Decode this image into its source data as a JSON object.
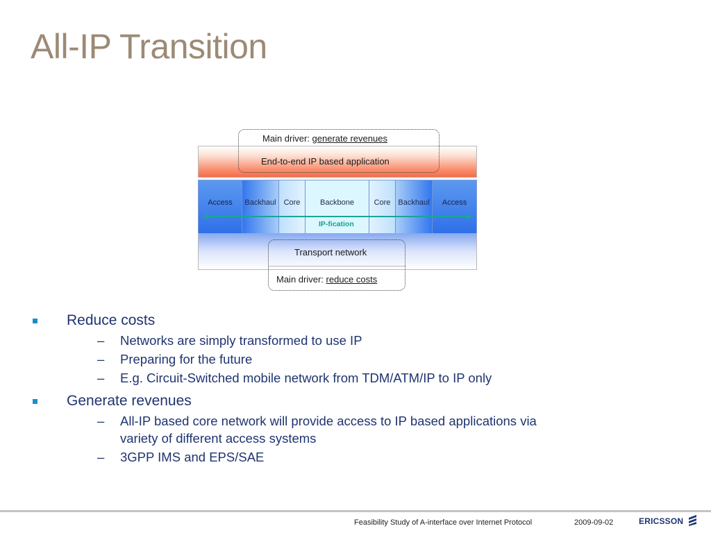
{
  "title": "All-IP Transition",
  "diagram": {
    "top_driver_prefix": "Main driver: ",
    "top_driver_value": "generate revenues",
    "app_layer": "End-to-end IP based application",
    "segments": [
      "Access",
      "Backhaul",
      "Core",
      "Backbone",
      "Core",
      "Backhaul",
      "Access"
    ],
    "arrow_label": "IP-fication",
    "transport_layer": "Transport network",
    "bottom_driver_prefix": "Main driver: ",
    "bottom_driver_value": "reduce costs"
  },
  "bullets": [
    {
      "text": "Reduce costs",
      "subs": [
        "Networks are simply transformed to use IP",
        "Preparing for the future",
        "E.g. Circuit-Switched mobile network from TDM/ATM/IP to IP only"
      ]
    },
    {
      "text": "Generate revenues",
      "subs": [
        "All-IP based core network will provide access to IP based applications via",
        "variety of different access systems",
        "3GPP IMS and EPS/SAE"
      ]
    }
  ],
  "sub_marker": "–",
  "footer": {
    "doc_title": "Feasibility Study of A-interface over Internet Protocol",
    "date": "2009-09-02",
    "logo": "ERICSSON"
  },
  "colors": {
    "title": "#9c8a76",
    "text": "#1f3470",
    "bullet": "#1a90c8",
    "ipfication": "#13a096"
  }
}
